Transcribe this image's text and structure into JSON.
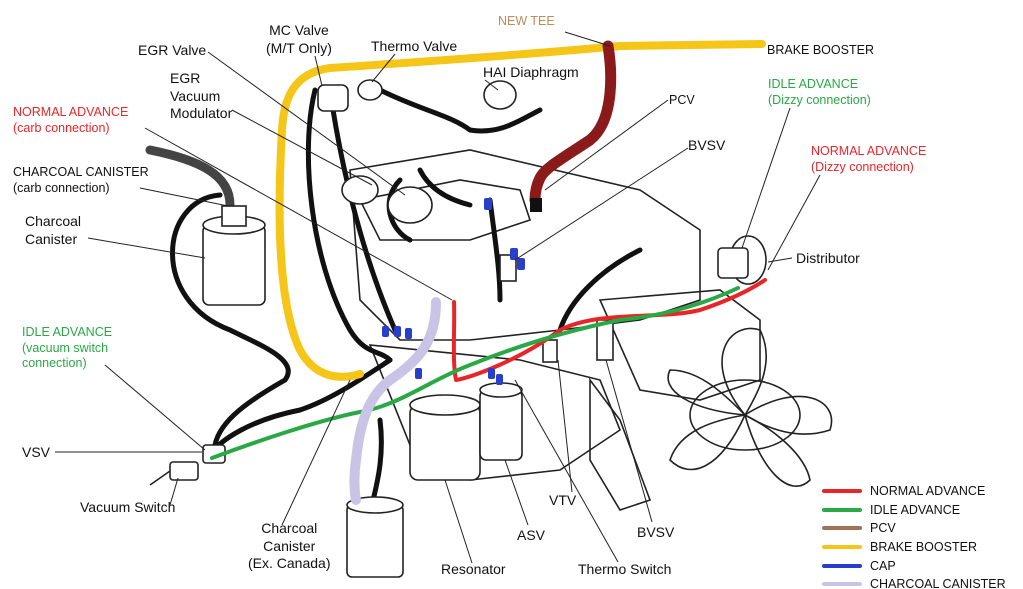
{
  "labels": {
    "new_tee": "NEW TEE",
    "brake_booster": "BRAKE BOOSTER",
    "mc_valve": [
      "MC Valve",
      "(M/T Only)"
    ],
    "thermo_valve": "Thermo Valve",
    "egr_valve": "EGR Valve",
    "hai_diaphragm": "HAI Diaphragm",
    "egr_vacuum_modulator": [
      "EGR",
      "Vacuum",
      "Modulator"
    ],
    "normal_advance_carb": [
      "NORMAL ADVANCE",
      "(carb connection)"
    ],
    "charcoal_canister_carb": [
      "CHARCOAL CANISTER",
      "(carb connection)"
    ],
    "charcoal_canister": [
      "Charcoal",
      "Canister"
    ],
    "idle_advance_vacuum": [
      "IDLE ADVANCE",
      "(vacuum switch",
      "connection)"
    ],
    "vsv": "VSV",
    "vacuum_switch": "Vacuum Switch",
    "charcoal_canister_ex_canada": [
      "Charcoal",
      "Canister",
      "(Ex. Canada)"
    ],
    "resonator": "Resonator",
    "asv": "ASV",
    "vtv": "VTV",
    "bvsv_bottom": "BVSV",
    "thermo_switch": "Thermo Switch",
    "pcv": "PCV",
    "bvsv_top": "BVSV",
    "idle_advance_dizzy": [
      "IDLE ADVANCE",
      "(Dizzy connection)"
    ],
    "normal_advance_dizzy": [
      "NORMAL ADVANCE",
      "(Dizzy connection)"
    ],
    "distributor": "Distributor"
  },
  "legend": [
    {
      "label": "NORMAL ADVANCE",
      "color": "#e8262a"
    },
    {
      "label": "IDLE ADVANCE",
      "color": "#2aa845"
    },
    {
      "label": "PCV",
      "color": "#a0725a"
    },
    {
      "label": "BRAKE BOOSTER",
      "color": "#f5c518"
    },
    {
      "label": "CAP",
      "color": "#2a3fc9"
    },
    {
      "label": "CHARCOAL CANISTER",
      "color": "#c9c4e6"
    }
  ],
  "hose_colors": {
    "normal_advance": "#e8262a",
    "idle_advance": "#2aa845",
    "pcv": "#8b1a1a",
    "brake_booster": "#f5c518",
    "cap": "#2a3fc9",
    "charcoal_canister": "#c9c4e6"
  }
}
